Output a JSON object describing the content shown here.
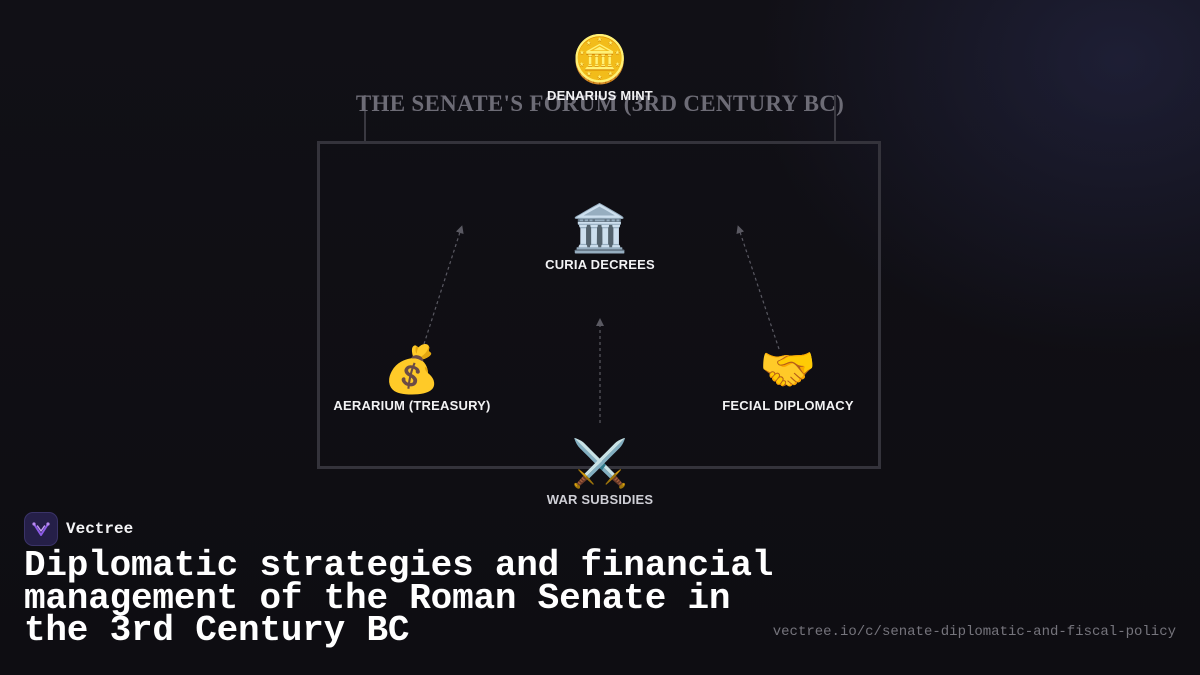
{
  "diagram": {
    "title": "THE SENATE'S FORUM (3RD CENTURY BC)",
    "nodes": {
      "denarius": {
        "icon": "🪙",
        "icon_name": "coin-icon",
        "label": "DENARIUS MINT"
      },
      "curia": {
        "icon": "🏛️",
        "icon_name": "classical-building-icon",
        "label": "CURIA DECREES"
      },
      "aerarium": {
        "icon": "💰",
        "icon_name": "money-bag-icon",
        "label": "AERARIUM (TREASURY)"
      },
      "fecial": {
        "icon": "🤝",
        "icon_name": "handshake-icon",
        "label": "FECIAL DIPLOMACY"
      },
      "war": {
        "icon": "⚔️",
        "icon_name": "crossed-swords-icon",
        "label": "WAR SUBSIDIES"
      }
    },
    "edges": [
      {
        "from": "AERARIUM (TREASURY)",
        "to": "CURIA DECREES",
        "style": "dashed"
      },
      {
        "from": "WAR SUBSIDIES",
        "to": "CURIA DECREES",
        "style": "dashed"
      },
      {
        "from": "FECIAL DIPLOMACY",
        "to": "CURIA DECREES",
        "style": "dashed"
      }
    ]
  },
  "brand": {
    "name": "Vectree",
    "logo_icon": "vectree-logo-icon",
    "accent": "#7b4fd6"
  },
  "headline": "Diplomatic strategies and financial management of the Roman Senate in the 3rd Century BC",
  "url": "vectree.io/c/senate-diplomatic-and-fiscal-policy",
  "colors": {
    "background": "#0f0e13",
    "frame": "#34333b",
    "title": "#6d6c76",
    "edge": "#5a5962",
    "text": "#f2f2f4"
  }
}
